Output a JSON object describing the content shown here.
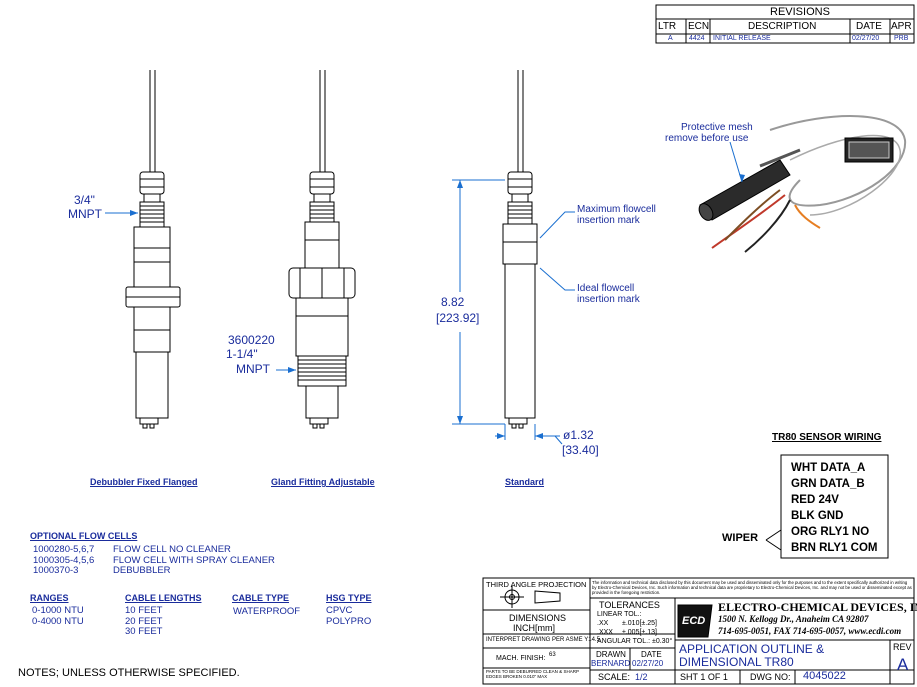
{
  "revisions": {
    "title": "REVISIONS",
    "headers": [
      "LTR",
      "ECN",
      "DESCRIPTION",
      "DATE",
      "APR"
    ],
    "row": [
      "A",
      "4424",
      "INITIAL RELEASE",
      "02/27/20",
      "PRB"
    ]
  },
  "labels": {
    "mnpt_34": [
      "3/4\"",
      "MNPT"
    ],
    "gland_part": [
      "3600220",
      "1-1/4\"",
      "MNPT"
    ],
    "height_dim": [
      "8.82",
      "[223.92]"
    ],
    "dia_dim": [
      "ø1.32",
      "[33.40]"
    ],
    "max_mark": [
      "Maximum flowcell",
      "insertion mark"
    ],
    "ideal_mark": [
      "Ideal flowcell",
      "insertion mark"
    ],
    "mesh": [
      "Protective mesh",
      "remove before use"
    ]
  },
  "views": {
    "debubbler": "Debubbler Fixed Flanged",
    "gland": "Gland Fitting Adjustable",
    "standard": "Standard"
  },
  "wiring": {
    "title": "TR80 SENSOR WIRING",
    "items": [
      "WHT DATA_A",
      "GRN DATA_B",
      "RED 24V",
      "BLK GND",
      "ORG RLY1 NO",
      "BRN RLY1 COM"
    ],
    "wiper": "WIPER"
  },
  "flow_cells": {
    "title": "OPTIONAL FLOW CELLS",
    "items": [
      {
        "part": "1000280-5,6,7",
        "desc": "FLOW CELL NO CLEANER"
      },
      {
        "part": "1000305-4,5,6",
        "desc": "FLOW CELL WITH SPRAY CLEANER"
      },
      {
        "part": "1000370-3",
        "desc": "DEBUBBLER"
      }
    ]
  },
  "specs": {
    "ranges": {
      "title": "RANGES",
      "items": [
        "0-1000 NTU",
        "0-4000 NTU"
      ]
    },
    "cable_lengths": {
      "title": "CABLE LENGTHS",
      "items": [
        "10 FEET",
        "20 FEET",
        "30 FEET"
      ]
    },
    "cable_type": {
      "title": "CABLE TYPE",
      "items": [
        "WATERPROOF"
      ]
    },
    "hsg_type": {
      "title": "HSG TYPE",
      "items": [
        "CPVC",
        "POLYPRO"
      ]
    }
  },
  "notes": "NOTES; UNLESS OTHERWISE SPECIFIED.",
  "title_block": {
    "projection": "THIRD ANGLE PROJECTION",
    "dimensions": "DIMENSIONS",
    "units": "INCH[mm]",
    "interpret": "INTERPRET DRAWING PER ASME Y14.5",
    "mach_finish": "MACH. FINISH:",
    "finish_val": "63",
    "deburr": "PARTS TO BE DEBURRED CLEAN & SHARP EDGES BROKEN 0.010\" MAX",
    "tolerances": "TOLERANCES",
    "linear": "LINEAR TOL.:",
    "tol_xx": [
      ".XX",
      "±.010[±.25]"
    ],
    "tol_xxx": [
      ".XXX",
      "±.005[±.13]"
    ],
    "angular": "ANGULAR TOL.: ±0.30°",
    "drawn_label": "DRAWN",
    "drawn_val": "BERNARD",
    "date_label": "DATE",
    "date_val": "02/27/20",
    "scale_label": "SCALE:",
    "scale_val": "1/2",
    "disclaimer": "The information and technical data disclosed by this document may be used and disseminated only for the purposes and to the extent specifically authorized in writing by Electro-Chemical Devices, Inc. Such information and technical data are proprietary to Electro-Chemical Devices, Inc. and may not be used or disseminated except as provided in the foregoing restriction.",
    "company": "ELECTRO-CHEMICAL DEVICES, INC.",
    "address": "1500 N. Kellogg Dr., Anaheim CA 92807",
    "phone": "714-695-0051, FAX 714-695-0057, www.ecdi.com",
    "logo": "ECD",
    "title1": "APPLICATION OUTLINE &",
    "title2": "DIMENSIONAL TR80",
    "rev_label": "REV",
    "rev_val": "A",
    "sheet": "SHT 1 OF 1",
    "dwg_label": "DWG NO:",
    "dwg_val": "4045022"
  }
}
